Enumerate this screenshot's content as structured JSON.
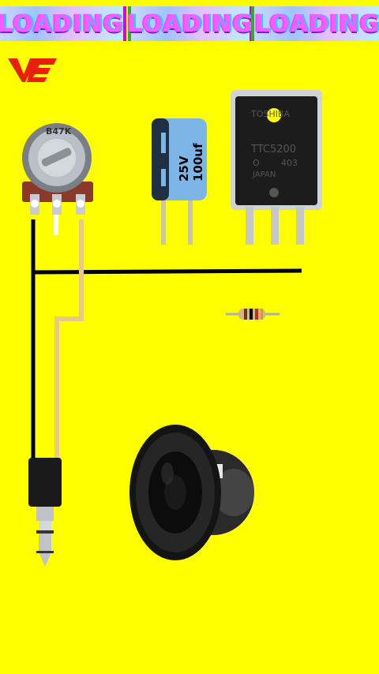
{
  "banner": {
    "segments": [
      "LOADING",
      "LOADING",
      "LOADING"
    ]
  },
  "logo": {
    "text": "VE"
  },
  "potentiometer": {
    "label": "B47K"
  },
  "capacitor": {
    "label": "25V 100uf"
  },
  "transistor": {
    "brand": "TOSHIBA",
    "model": "TTC5200",
    "code_left": "O",
    "code_right": "403",
    "origin": "JAPAN"
  },
  "colors": {
    "background": "#ffff00",
    "wire_black": "#000000",
    "wire_tan": "#e9c98a"
  }
}
